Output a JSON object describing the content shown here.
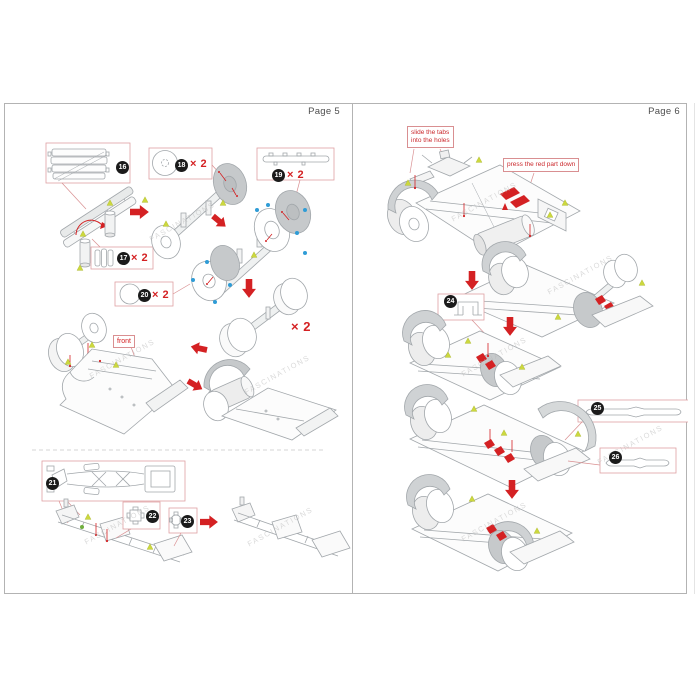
{
  "watermark": "FASCINATIONS",
  "colors": {
    "accent_red": "#d42123",
    "callout_border_pink": "#d98f91",
    "part_box_border_pink": "#dfa0a2",
    "line_art_gray": "#a2a7ab",
    "shade_gray": "#c6c9cb",
    "badge_black": "#1b1b1b",
    "marker_blue": "#2f9cd6",
    "marker_yellow_green": "#ccd83e",
    "marker_green": "#6fae3e",
    "page_border_gray": "#b3b3b3"
  },
  "page5": {
    "label": "Page 5",
    "front_label": "front",
    "standalone_multiplier": "× 2",
    "parts": {
      "p16": {
        "num": "16"
      },
      "p17": {
        "num": "17",
        "mult": "× 2"
      },
      "p18": {
        "num": "18",
        "mult": "× 2"
      },
      "p19": {
        "num": "19",
        "mult": "× 2"
      },
      "p20": {
        "num": "20",
        "mult": "× 2"
      },
      "p21": {
        "num": "21"
      },
      "p22": {
        "num": "22"
      },
      "p23": {
        "num": "23"
      }
    }
  },
  "page6": {
    "label": "Page 6",
    "callouts": {
      "slide_line1": "slide the tabs",
      "slide_line2": "into the holes",
      "press": "press the red part down"
    },
    "parts": {
      "p24": {
        "num": "24"
      },
      "p25": {
        "num": "25"
      },
      "p26": {
        "num": "26"
      }
    }
  }
}
